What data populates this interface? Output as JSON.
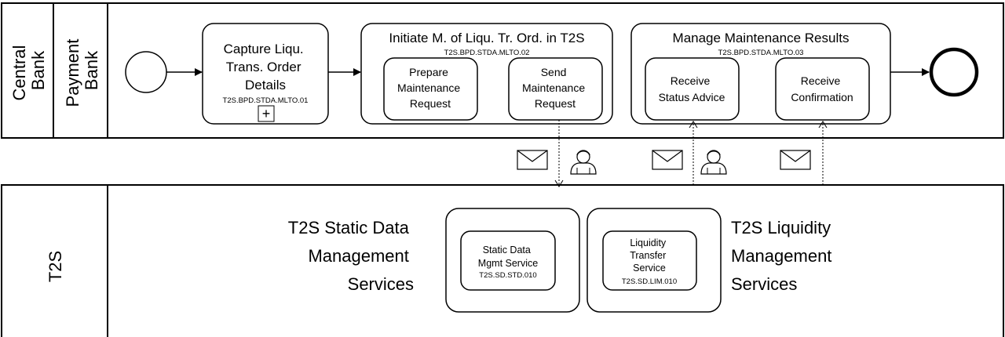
{
  "pools": {
    "top": {
      "lanes": [
        {
          "label": [
            "Central",
            "Bank"
          ]
        },
        {
          "label": [
            "Payment",
            "Bank"
          ]
        }
      ]
    },
    "bottom": {
      "label": "T2S"
    }
  },
  "tasks": {
    "capture": {
      "title": [
        "Capture Liqu.",
        "Trans. Order",
        "Details"
      ],
      "code": "T2S.BPD.STDA.MLTO.01",
      "marker": "+"
    },
    "initiate": {
      "title": "Initiate M. of Liqu. Tr. Ord. in T2S",
      "code": "T2S.BPD.STDA.MLTO.02",
      "prepare": [
        "Prepare",
        "Maintenance",
        "Request"
      ],
      "send": [
        "Send",
        "Maintenance",
        "Request"
      ]
    },
    "manage": {
      "title": "Manage Maintenance Results",
      "code": "T2S.BPD.STDA.MLTO.03",
      "status": [
        "Receive",
        "Status Advice"
      ],
      "confirmation": [
        "Receive",
        "Confirmation"
      ]
    }
  },
  "services": {
    "static": {
      "group_label": [
        "T2S Static Data",
        "Management",
        "Services"
      ],
      "box": [
        "Static Data",
        "Mgmt Service"
      ],
      "code": "T2S.SD.STD.010"
    },
    "liquidity": {
      "group_label": [
        "T2S Liquidity",
        "Management",
        "Services"
      ],
      "box": [
        "Liquidity",
        "Transfer",
        "Service"
      ],
      "code": "T2S.SD.LIM.010"
    }
  },
  "icons": {
    "message": "envelope-icon",
    "user": "user-icon"
  },
  "colors": {
    "line": "#000000",
    "background": "#ffffff"
  }
}
